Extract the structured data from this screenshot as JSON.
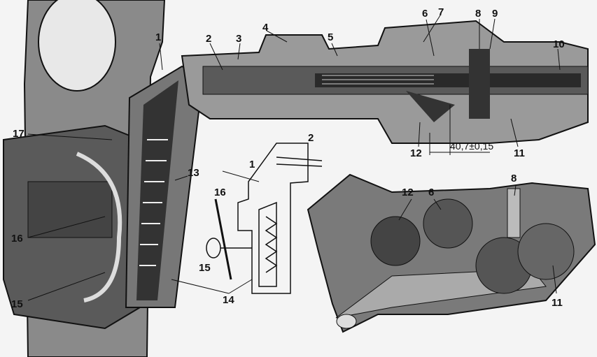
{
  "callouts": {
    "main": {
      "c1": "1",
      "c2": "2",
      "c3": "3",
      "c4": "4",
      "c5": "5",
      "c6": "6",
      "c7": "7",
      "c8": "8",
      "c9": "9",
      "c10": "10",
      "c11": "11",
      "c12": "12",
      "c13": "13",
      "c14": "14",
      "c15": "15",
      "c16": "16",
      "c17": "17"
    },
    "dimension": "40,7±0,15",
    "schematic": {
      "c1": "1",
      "c2": "2",
      "c15": "15",
      "c16": "16"
    },
    "cutaway": {
      "c12": "12",
      "c6": "6",
      "c8": "8",
      "c11": "11"
    }
  },
  "colors": {
    "ink": "#1a1a1a",
    "paper": "#f4f4f4",
    "shade": "#6a6a6a"
  }
}
